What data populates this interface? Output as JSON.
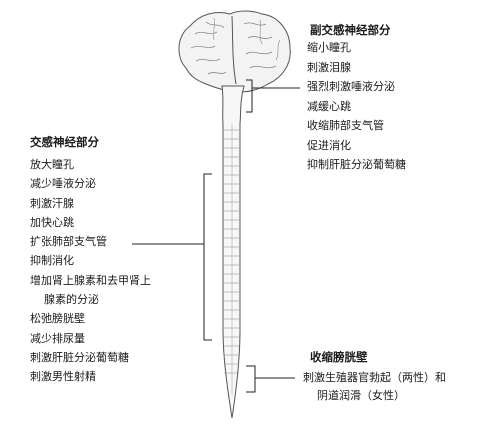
{
  "parasympathetic": {
    "title": "副交感神经部分",
    "effects": [
      "缩小瞳孔",
      "刺激泪腺",
      "强烈刺激唾液分泌",
      "减缓心跳",
      "收缩肺部支气管",
      "促进消化",
      "抑制肝脏分泌葡萄糖"
    ]
  },
  "sympathetic": {
    "title": "交感神经部分",
    "effects": [
      "放大瞳孔",
      "减少唾液分泌",
      "刺激汗腺",
      "加快心跳",
      "扩张肺部支气管",
      "抑制消化",
      "增加肾上腺素和去甲肾上",
      "腺素的分泌",
      "松弛膀胱壁",
      "减少排尿量",
      "刺激肝脏分泌葡萄糖",
      "刺激男性射精"
    ]
  },
  "sacral": {
    "title": "收缩膀胱壁",
    "effects": [
      "刺激生殖器官勃起（两性）和",
      "阴道润滑（女性）"
    ]
  },
  "colors": {
    "line": "#222222",
    "brain_fill": "#f3f3f3",
    "cord_fill": "#f7f7f7",
    "outline": "#555555"
  }
}
